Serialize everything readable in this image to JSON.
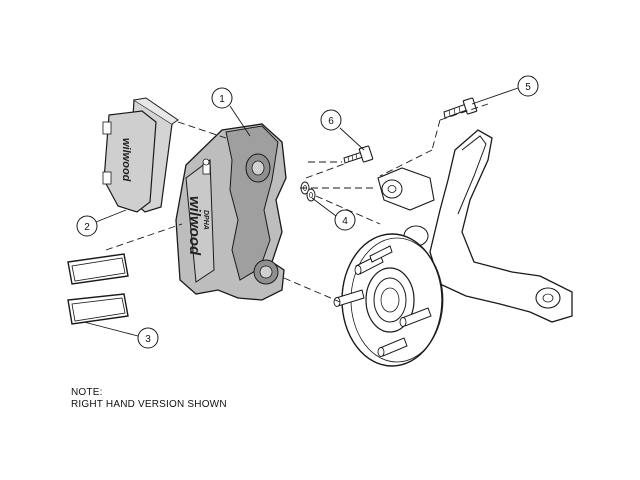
{
  "callouts": {
    "c1": "1",
    "c2": "2",
    "c3": "3",
    "c4": "4",
    "c5": "5",
    "c6": "6"
  },
  "branding": {
    "pad_logo": "wilwood",
    "caliper_logo": "wilwood",
    "caliper_sub": "DPHA"
  },
  "note": {
    "title": "NOTE:",
    "text": "RIGHT HAND VERSION SHOWN"
  },
  "colors": {
    "line": "#1a1a1a",
    "pad_fill": "#d4d4d4",
    "caliper_fill": "#bdbdbd",
    "caliper_shade": "#8f8f8f",
    "part_fill": "#ffffff"
  }
}
